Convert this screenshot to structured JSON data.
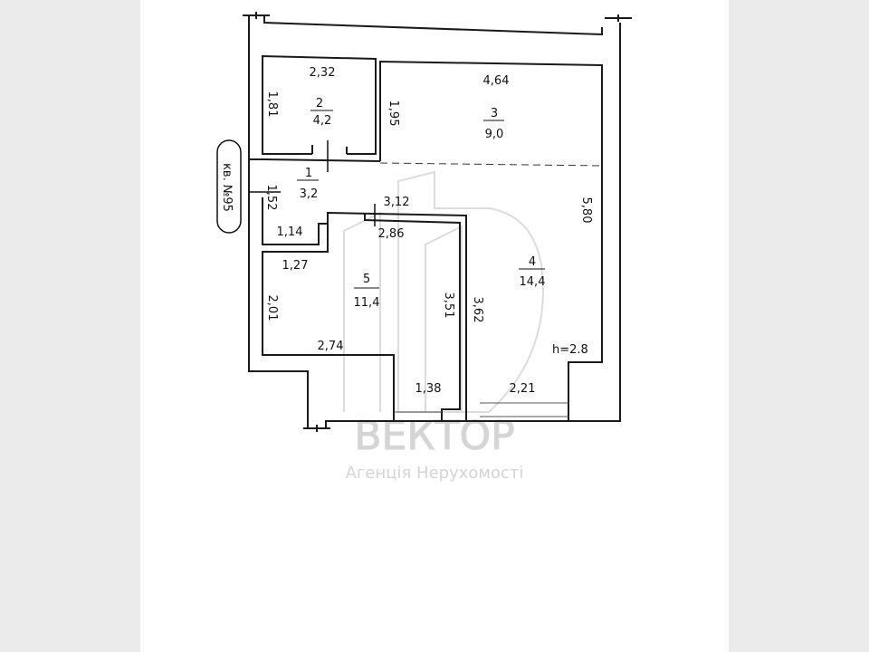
{
  "apartment_label": "кв. №95",
  "ceiling_height": "h=2.8",
  "rooms": [
    {
      "number": "1",
      "area": "3,2"
    },
    {
      "number": "2",
      "area": "4,2"
    },
    {
      "number": "3",
      "area": "9,0"
    },
    {
      "number": "4",
      "area": "14,4"
    },
    {
      "number": "5",
      "area": "11,4"
    }
  ],
  "dimensions": {
    "r2_width": "2,32",
    "r2_height": "1,81",
    "r3_width": "4,64",
    "r3_height": "1,95",
    "r4_height": "5,80",
    "hall_width": "3,12",
    "hall_depth": "1,52",
    "niche_width": "1,14",
    "corr_width": "2,86",
    "r5_top": "1,27",
    "r5_height": "2,01",
    "r5_bottom": "2,74",
    "corr_height": "3,51",
    "r4_inner_height": "3,62",
    "corr_bottom": "1,38",
    "r4_bottom": "2,21"
  },
  "watermark": {
    "brand": "ВЕКТОР",
    "subtitle": "Агенція Нерухомості"
  }
}
